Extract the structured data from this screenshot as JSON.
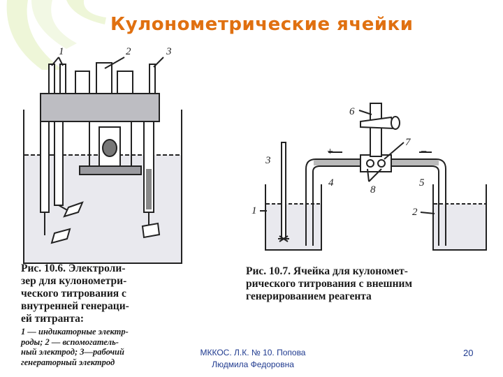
{
  "slide": {
    "title": "Кулонометрические ячейки",
    "accent_color": "#e07010",
    "figure_left": {
      "labels": [
        "1",
        "2",
        "3"
      ],
      "caption": "Рис. 10.6. Электроли-\nзер для кулонометри-\nческого титрования с\nвнутренней генераци-\nей титранта:",
      "legend": "1 — индикаторные электр-\nроды; 2 — вспомогатель-\nный электрод; 3—рабочий\nгенераторный электрод"
    },
    "figure_right": {
      "labels": [
        "6",
        "+",
        "−",
        "7",
        "3",
        "4",
        "5",
        "8",
        "1",
        "2"
      ],
      "caption": "Рис. 10.7. Ячейка для кулономет-\nрического титрования с внешним\nгенерированием реагента"
    },
    "footer": {
      "author_line1": "МККОС. Л.К. № 10. Попова",
      "author_line2": "Людмила Федоровна",
      "page_number": "20"
    }
  }
}
